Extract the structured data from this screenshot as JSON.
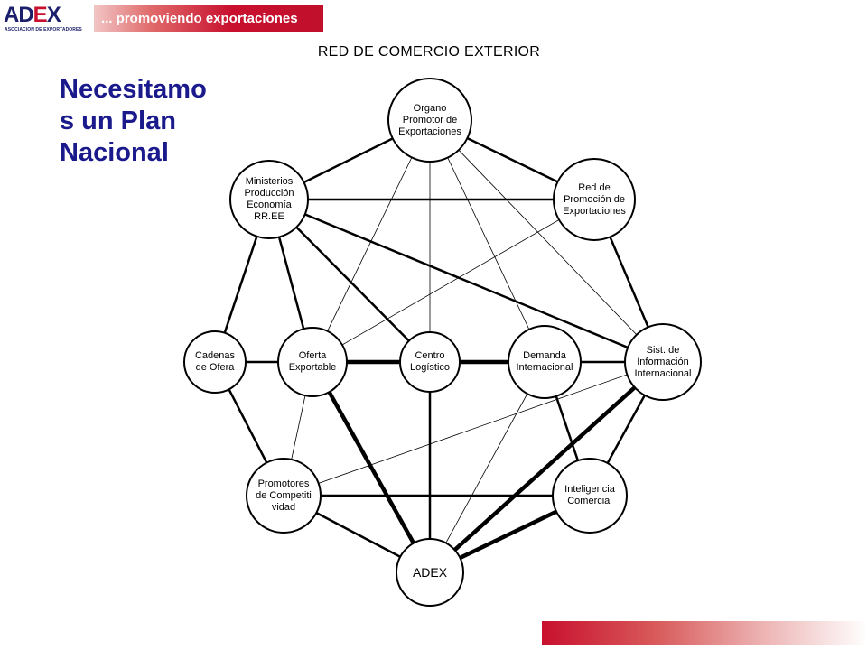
{
  "header": {
    "logo_text": "ADEX",
    "logo_subtitle": "ASOCIACION DE EXPORTADORES",
    "tagline": "... promoviendo  exportaciones"
  },
  "slide": {
    "side_title": "Necesitamos un Plan Nacional",
    "side_title_lines": [
      "Necesitamo",
      "s un Plan",
      "Nacional"
    ]
  },
  "diagram": {
    "title": "RED DE COMERCIO EXTERIOR",
    "nodes": {
      "organo": [
        "Organo",
        "Promotor de",
        "Exportaciones"
      ],
      "ministerios": [
        "Ministerios",
        "Producción",
        "Economía",
        "RR.EE"
      ],
      "red_promocion": [
        "Red de",
        "Promoción de",
        "Exportaciones"
      ],
      "cadenas": [
        "Cadenas",
        "de Ofera"
      ],
      "oferta": [
        "Oferta",
        "Exportable"
      ],
      "centro": [
        "Centro",
        "Logístico"
      ],
      "demanda": [
        "Demanda",
        "Internacional"
      ],
      "sist_info": [
        "Sist. de",
        "Información",
        "Internacional"
      ],
      "promotores": [
        "Promotores",
        "de Competiti",
        "vidad"
      ],
      "inteligencia": [
        "Inteligencia",
        "Comercial"
      ],
      "adex": [
        "ADEX"
      ]
    },
    "links": [
      {
        "from": "organo",
        "to": "ministerios",
        "weight": "medium"
      },
      {
        "from": "organo",
        "to": "red_promocion",
        "weight": "medium"
      },
      {
        "from": "organo",
        "to": "oferta",
        "weight": "thin"
      },
      {
        "from": "organo",
        "to": "centro",
        "weight": "thin"
      },
      {
        "from": "organo",
        "to": "demanda",
        "weight": "thin"
      },
      {
        "from": "organo",
        "to": "sist_info",
        "weight": "thin"
      },
      {
        "from": "ministerios",
        "to": "red_promocion",
        "weight": "medium"
      },
      {
        "from": "ministerios",
        "to": "cadenas",
        "weight": "medium"
      },
      {
        "from": "ministerios",
        "to": "oferta",
        "weight": "medium"
      },
      {
        "from": "ministerios",
        "to": "centro",
        "weight": "medium"
      },
      {
        "from": "ministerios",
        "to": "sist_info",
        "weight": "medium"
      },
      {
        "from": "red_promocion",
        "to": "sist_info",
        "weight": "medium"
      },
      {
        "from": "red_promocion",
        "to": "oferta",
        "weight": "thin"
      },
      {
        "from": "cadenas",
        "to": "oferta",
        "weight": "medium"
      },
      {
        "from": "cadenas",
        "to": "promotores",
        "weight": "medium"
      },
      {
        "from": "oferta",
        "to": "centro",
        "weight": "bold"
      },
      {
        "from": "centro",
        "to": "demanda",
        "weight": "bold"
      },
      {
        "from": "demanda",
        "to": "sist_info",
        "weight": "medium"
      },
      {
        "from": "sist_info",
        "to": "inteligencia",
        "weight": "medium"
      },
      {
        "from": "sist_info",
        "to": "promotores",
        "weight": "thin"
      },
      {
        "from": "sist_info",
        "to": "adex",
        "weight": "bold"
      },
      {
        "from": "oferta",
        "to": "adex",
        "weight": "bold"
      },
      {
        "from": "oferta",
        "to": "promotores",
        "weight": "thin"
      },
      {
        "from": "centro",
        "to": "adex",
        "weight": "medium"
      },
      {
        "from": "demanda",
        "to": "adex",
        "weight": "thin"
      },
      {
        "from": "demanda",
        "to": "inteligencia",
        "weight": "medium"
      },
      {
        "from": "promotores",
        "to": "inteligencia",
        "weight": "medium"
      },
      {
        "from": "promotores",
        "to": "adex",
        "weight": "medium"
      },
      {
        "from": "inteligencia",
        "to": "adex",
        "weight": "bold"
      }
    ]
  },
  "colors": {
    "brand_red": "#c8102e",
    "brand_blue": "#1c1f6b",
    "title_blue": "#1a1a8c"
  }
}
